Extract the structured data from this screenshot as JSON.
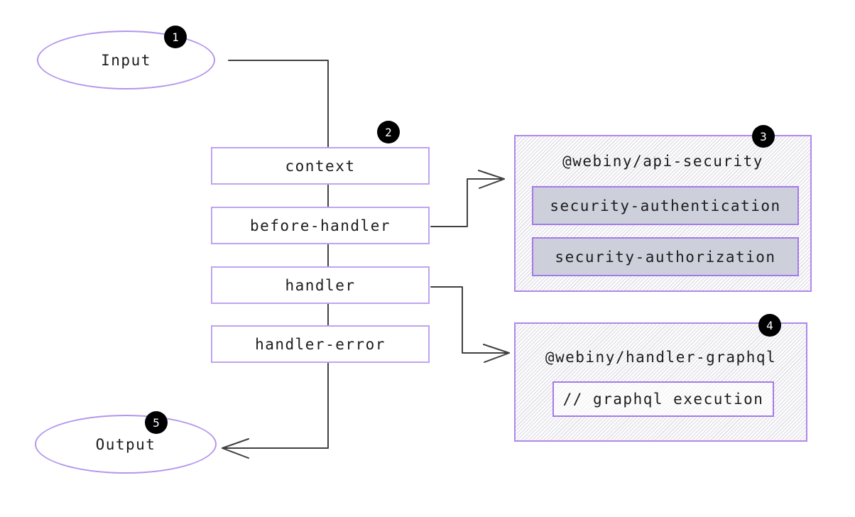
{
  "nodes": {
    "input": {
      "label": "Input",
      "badge": "1"
    },
    "pipeline": {
      "badge": "2",
      "steps": [
        "context",
        "before-handler",
        "handler",
        "handler-error"
      ]
    },
    "api_security": {
      "badge": "3",
      "title": "@webiny/api-security",
      "plugins": [
        "security-authentication",
        "security-authorization"
      ]
    },
    "handler_graphql": {
      "badge": "4",
      "title": "@webiny/handler-graphql",
      "code_comment": "// graphql execution"
    },
    "output": {
      "label": "Output",
      "badge": "5"
    }
  },
  "colors": {
    "node_border": "#b496ec",
    "step_border": "#bfa4f2",
    "package_border": "#ae88e9",
    "plugin_border": "#a47ae8",
    "plugin_fill": "#cdd0da",
    "connector": "#404040",
    "badge_bg": "#000000",
    "badge_text": "#ffffff",
    "text": "#1c1c1c"
  }
}
